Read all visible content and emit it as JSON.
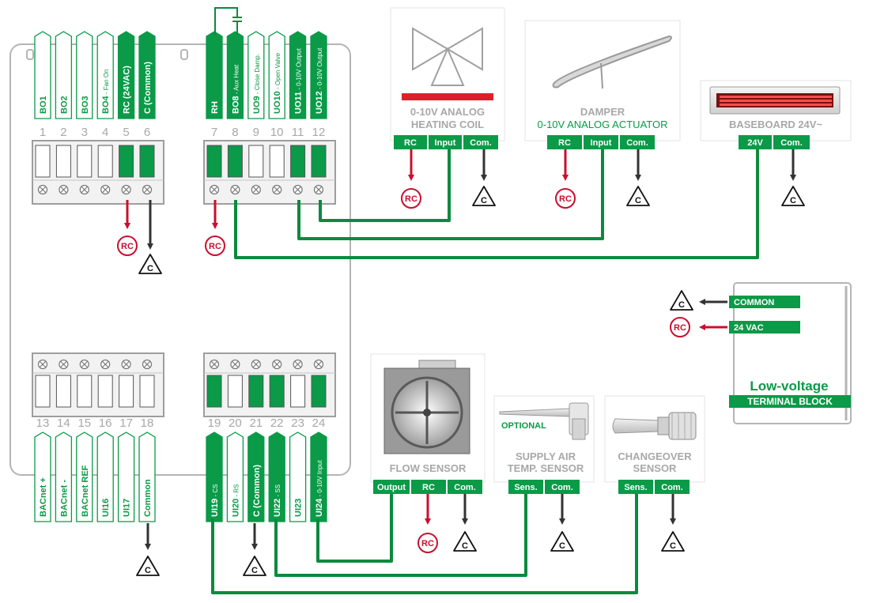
{
  "colors": {
    "green": "#0a9a48",
    "dark_green": "#0a8a3e",
    "red": "#c8102e",
    "gray": "#a8a8a8",
    "arrow": "#333333"
  },
  "symbols": {
    "rc": "RC",
    "common": "C"
  },
  "top_left_labels": [
    "BO1",
    "BO2",
    "BO3",
    "BO4 - Fan On",
    "RC (24VAC)",
    "C (Common)"
  ],
  "top_right_labels": [
    "RH",
    "BO8 - Aux Heat",
    "UO9 - Close Damp.",
    "UO10 - Open Valve",
    "UO11 - 0-10V Output",
    "UO12 - 0-10V Output"
  ],
  "top_left_numbers": [
    "1",
    "2",
    "3",
    "4",
    "5",
    "6"
  ],
  "top_right_numbers": [
    "7",
    "8",
    "9",
    "10",
    "11",
    "12"
  ],
  "bottom_left_numbers": [
    "13",
    "14",
    "15",
    "16",
    "17",
    "18"
  ],
  "bottom_right_numbers": [
    "19",
    "20",
    "21",
    "22",
    "23",
    "24"
  ],
  "bottom_left_labels": [
    "BACnet +",
    "BACnet -",
    "BACnet REF",
    "UI16",
    "UI17",
    "Common"
  ],
  "bottom_right_labels": [
    "UI19 - CS",
    "UI20 - RS",
    "C (Common)",
    "UI22 - SS",
    "UI23",
    "UI24 - 0-10V Input"
  ],
  "heating_coil": {
    "title_1": "0-10V ANALOG",
    "title_2": "HEATING COIL",
    "pins": [
      "RC",
      "Input",
      "Com."
    ]
  },
  "damper": {
    "title_1": "DAMPER",
    "title_2": "0-10V ANALOG ACTUATOR",
    "pins": [
      "RC",
      "Input",
      "Com."
    ]
  },
  "baseboard": {
    "title": "BASEBOARD 24V~",
    "pins": [
      "24V",
      "Com."
    ]
  },
  "terminal_block": {
    "common": "COMMON",
    "vac": "24 VAC",
    "title_1": "Low-voltage",
    "title_2": "TERMINAL BLOCK"
  },
  "flow_sensor": {
    "title": "FLOW SENSOR",
    "pins": [
      "Output",
      "RC",
      "Com."
    ]
  },
  "supply_air": {
    "optional": "OPTIONAL",
    "title_1": "SUPPLY AIR",
    "title_2": "TEMP. SENSOR",
    "pins": [
      "Sens.",
      "Com."
    ]
  },
  "changeover": {
    "title_1": "CHANGEOVER",
    "title_2": "SENSOR",
    "pins": [
      "Sens.",
      "Com."
    ]
  }
}
